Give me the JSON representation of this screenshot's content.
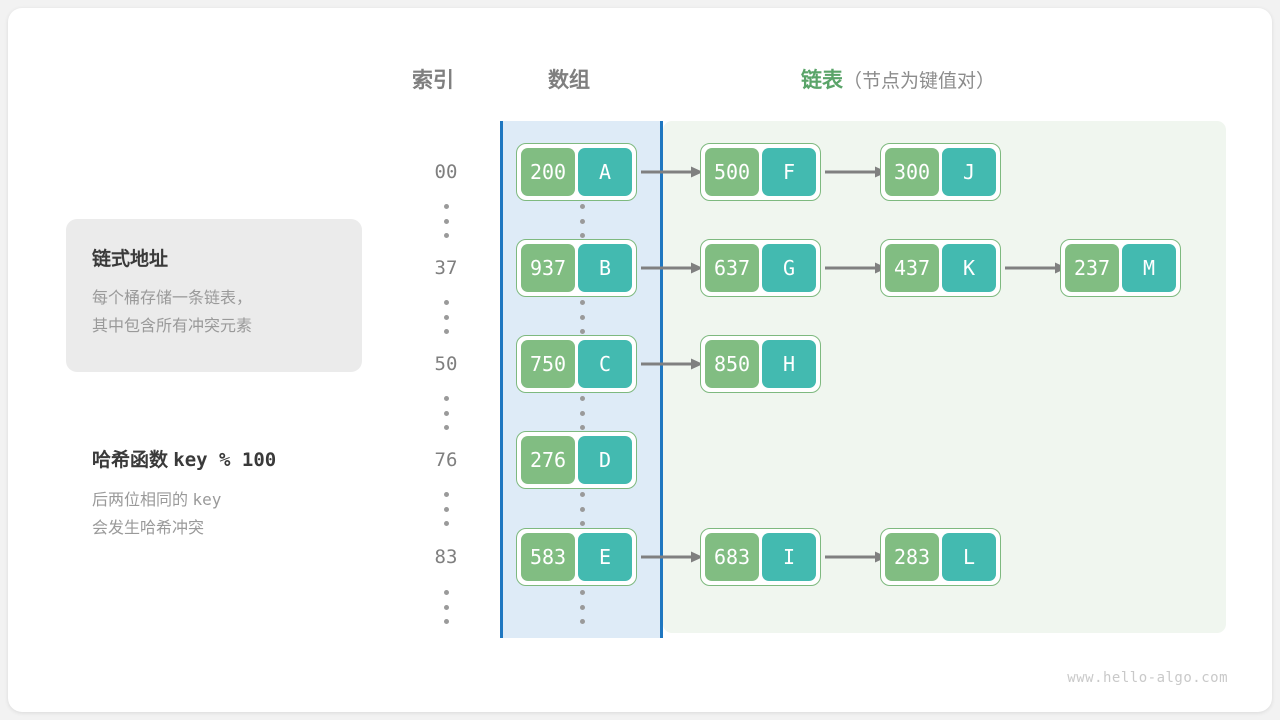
{
  "headers": {
    "index": "索引",
    "array": "数组",
    "list_main": "链表",
    "list_sub": "（节点为键值对）"
  },
  "callout": {
    "title": "链式地址",
    "line1": "每个桶存储一条链表，",
    "line2": "其中包含所有冲突元素"
  },
  "hash_note": {
    "title_prefix": "哈希函数 ",
    "title_mono": "key % 100",
    "line1_a": "后两位相同的 ",
    "line1_mono": "key",
    "line2": "会发生哈希冲突"
  },
  "colors": {
    "key_cell": "#81bd82",
    "value_cell": "#43bab0",
    "node_border": "#7eb97f",
    "array_panel_bg": "#deebf7",
    "array_panel_border": "#1f77c0",
    "list_panel_bg": "#f0f6ef",
    "arrow": "#808080",
    "header_gray": "#7f7f7f",
    "header_green": "#5aa469"
  },
  "ellipsis_glyph": "⋮",
  "watermark": "www.hello-algo.com",
  "buckets": [
    {
      "index": "00",
      "array_node": {
        "key": "200",
        "value": "A"
      },
      "chain": [
        {
          "key": "500",
          "value": "F"
        },
        {
          "key": "300",
          "value": "J"
        }
      ]
    },
    {
      "index": "37",
      "array_node": {
        "key": "937",
        "value": "B"
      },
      "chain": [
        {
          "key": "637",
          "value": "G"
        },
        {
          "key": "437",
          "value": "K"
        },
        {
          "key": "237",
          "value": "M"
        }
      ]
    },
    {
      "index": "50",
      "array_node": {
        "key": "750",
        "value": "C"
      },
      "chain": [
        {
          "key": "850",
          "value": "H"
        }
      ]
    },
    {
      "index": "76",
      "array_node": {
        "key": "276",
        "value": "D"
      },
      "chain": []
    },
    {
      "index": "83",
      "array_node": {
        "key": "583",
        "value": "E"
      },
      "chain": [
        {
          "key": "683",
          "value": "I"
        },
        {
          "key": "283",
          "value": "L"
        }
      ]
    }
  ]
}
